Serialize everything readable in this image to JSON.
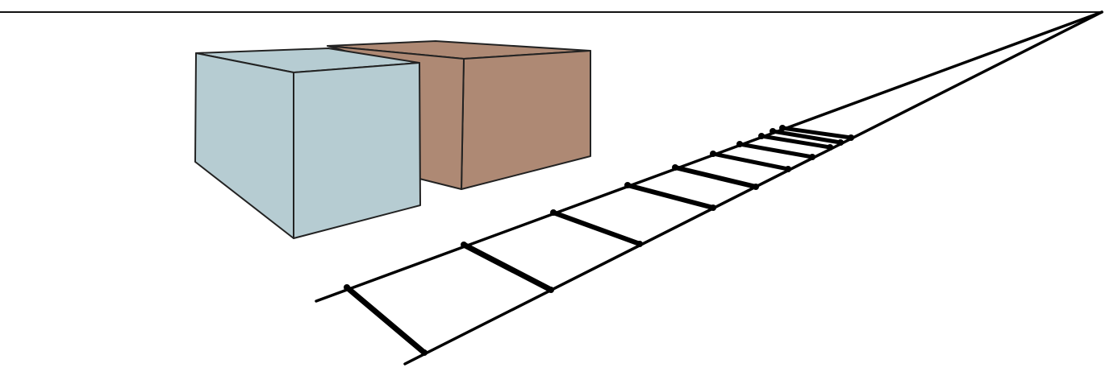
{
  "scene": {
    "background": "#ffffff",
    "line_color": "#111111",
    "horizon": true,
    "vanishing_point": "top-right",
    "boxes": [
      {
        "name": "blue-box",
        "front_color": "#b6ccd2",
        "side_color": "#b6ccd2",
        "top_color": "#b6ccd2"
      },
      {
        "name": "brown-box",
        "front_color": "#ae8974",
        "side_color": "#ae8974",
        "top_color": "#ae8974"
      }
    ],
    "track": {
      "rails": 2,
      "ties": 10,
      "tie_color": "#000000"
    }
  }
}
